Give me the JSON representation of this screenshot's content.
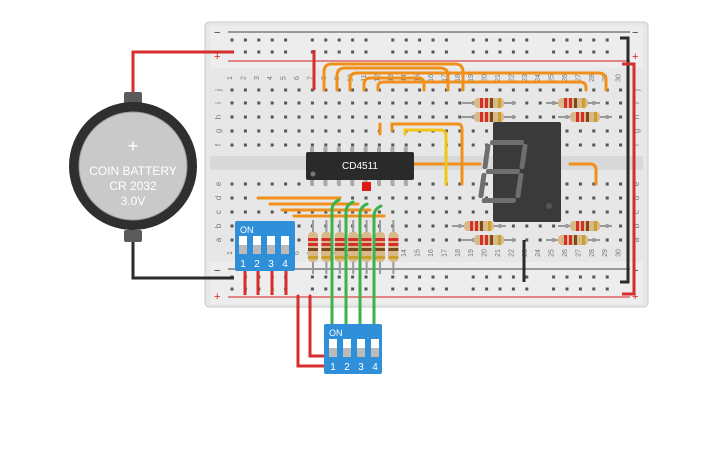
{
  "battery": {
    "plus_symbol": "+",
    "line1": "COIN BATTERY",
    "line2": "CR 2032",
    "line3": "3.0V"
  },
  "chip": {
    "label": "CD4511"
  },
  "rail_signs": {
    "minus": "−",
    "plus": "+"
  },
  "row_letters_top": [
    "j",
    "i",
    "h",
    "g",
    "f"
  ],
  "row_letters_bottom": [
    "e",
    "d",
    "c",
    "b",
    "a"
  ],
  "column_numbers": [
    "1",
    "2",
    "3",
    "4",
    "5",
    "6",
    "7",
    "8",
    "9",
    "10",
    "11",
    "12",
    "13",
    "14",
    "15",
    "16",
    "17",
    "18",
    "19",
    "20",
    "21",
    "22",
    "23",
    "24",
    "25",
    "26",
    "27",
    "28",
    "29",
    "30"
  ],
  "dip_switch_left": {
    "on_label": "ON",
    "positions": [
      "1",
      "2",
      "3",
      "4"
    ]
  },
  "dip_switch_bottom": {
    "on_label": "ON",
    "positions": [
      "1",
      "2",
      "3",
      "4"
    ]
  },
  "display": {
    "digit_shown": "8"
  },
  "colors": {
    "board": "#e6e6e6",
    "rail_red": "#d32020",
    "rail_blue_dark": "#333333",
    "wire_red": "#d62d2d",
    "wire_black": "#2b2b2b",
    "wire_orange": "#f0901a",
    "wire_yellow": "#f2c418",
    "wire_green": "#3bb34a",
    "dip_blue": "#2f8fd8",
    "chip": "#2a2a2a",
    "display_body": "#3a3a3a",
    "battery": "#2e2e2e"
  }
}
